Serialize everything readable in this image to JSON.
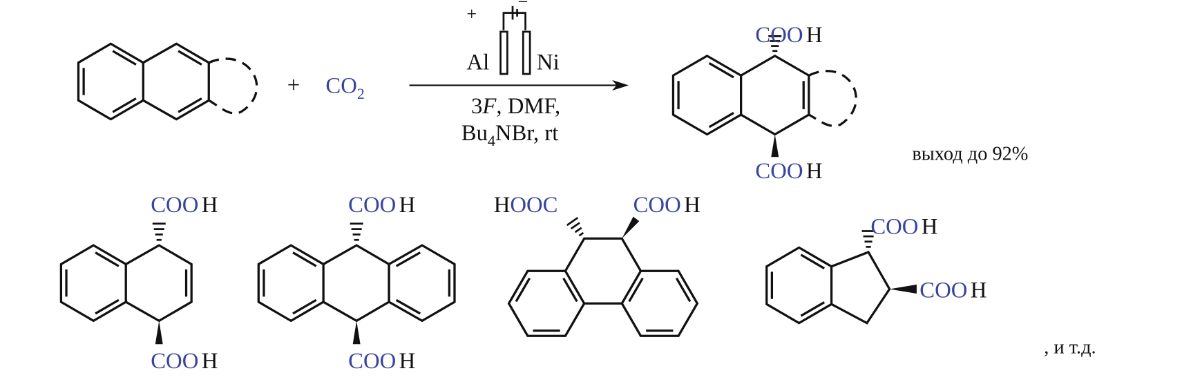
{
  "cooh": {
    "blue": "COO",
    "h": "H"
  },
  "hooc": {
    "h": "H",
    "blue": "OOC"
  },
  "reactant": {
    "plus": "+",
    "co2_main": "CO",
    "co2_sub": "2"
  },
  "conditions": {
    "anode_sign": "+",
    "cathode_sign": "−",
    "anode": "Al",
    "cathode": "Ni",
    "line1_num": "3",
    "line1_F": "F",
    "line1_rest": ", DMF,",
    "line2_a": "Bu",
    "line2_sub": "4",
    "line2_b": "NBr, rt"
  },
  "yield_text": "выход до 92%",
  "etc_text": ", и т.д.",
  "colors": {
    "reagent_blue": "#3a449e",
    "ink": "#111111"
  }
}
